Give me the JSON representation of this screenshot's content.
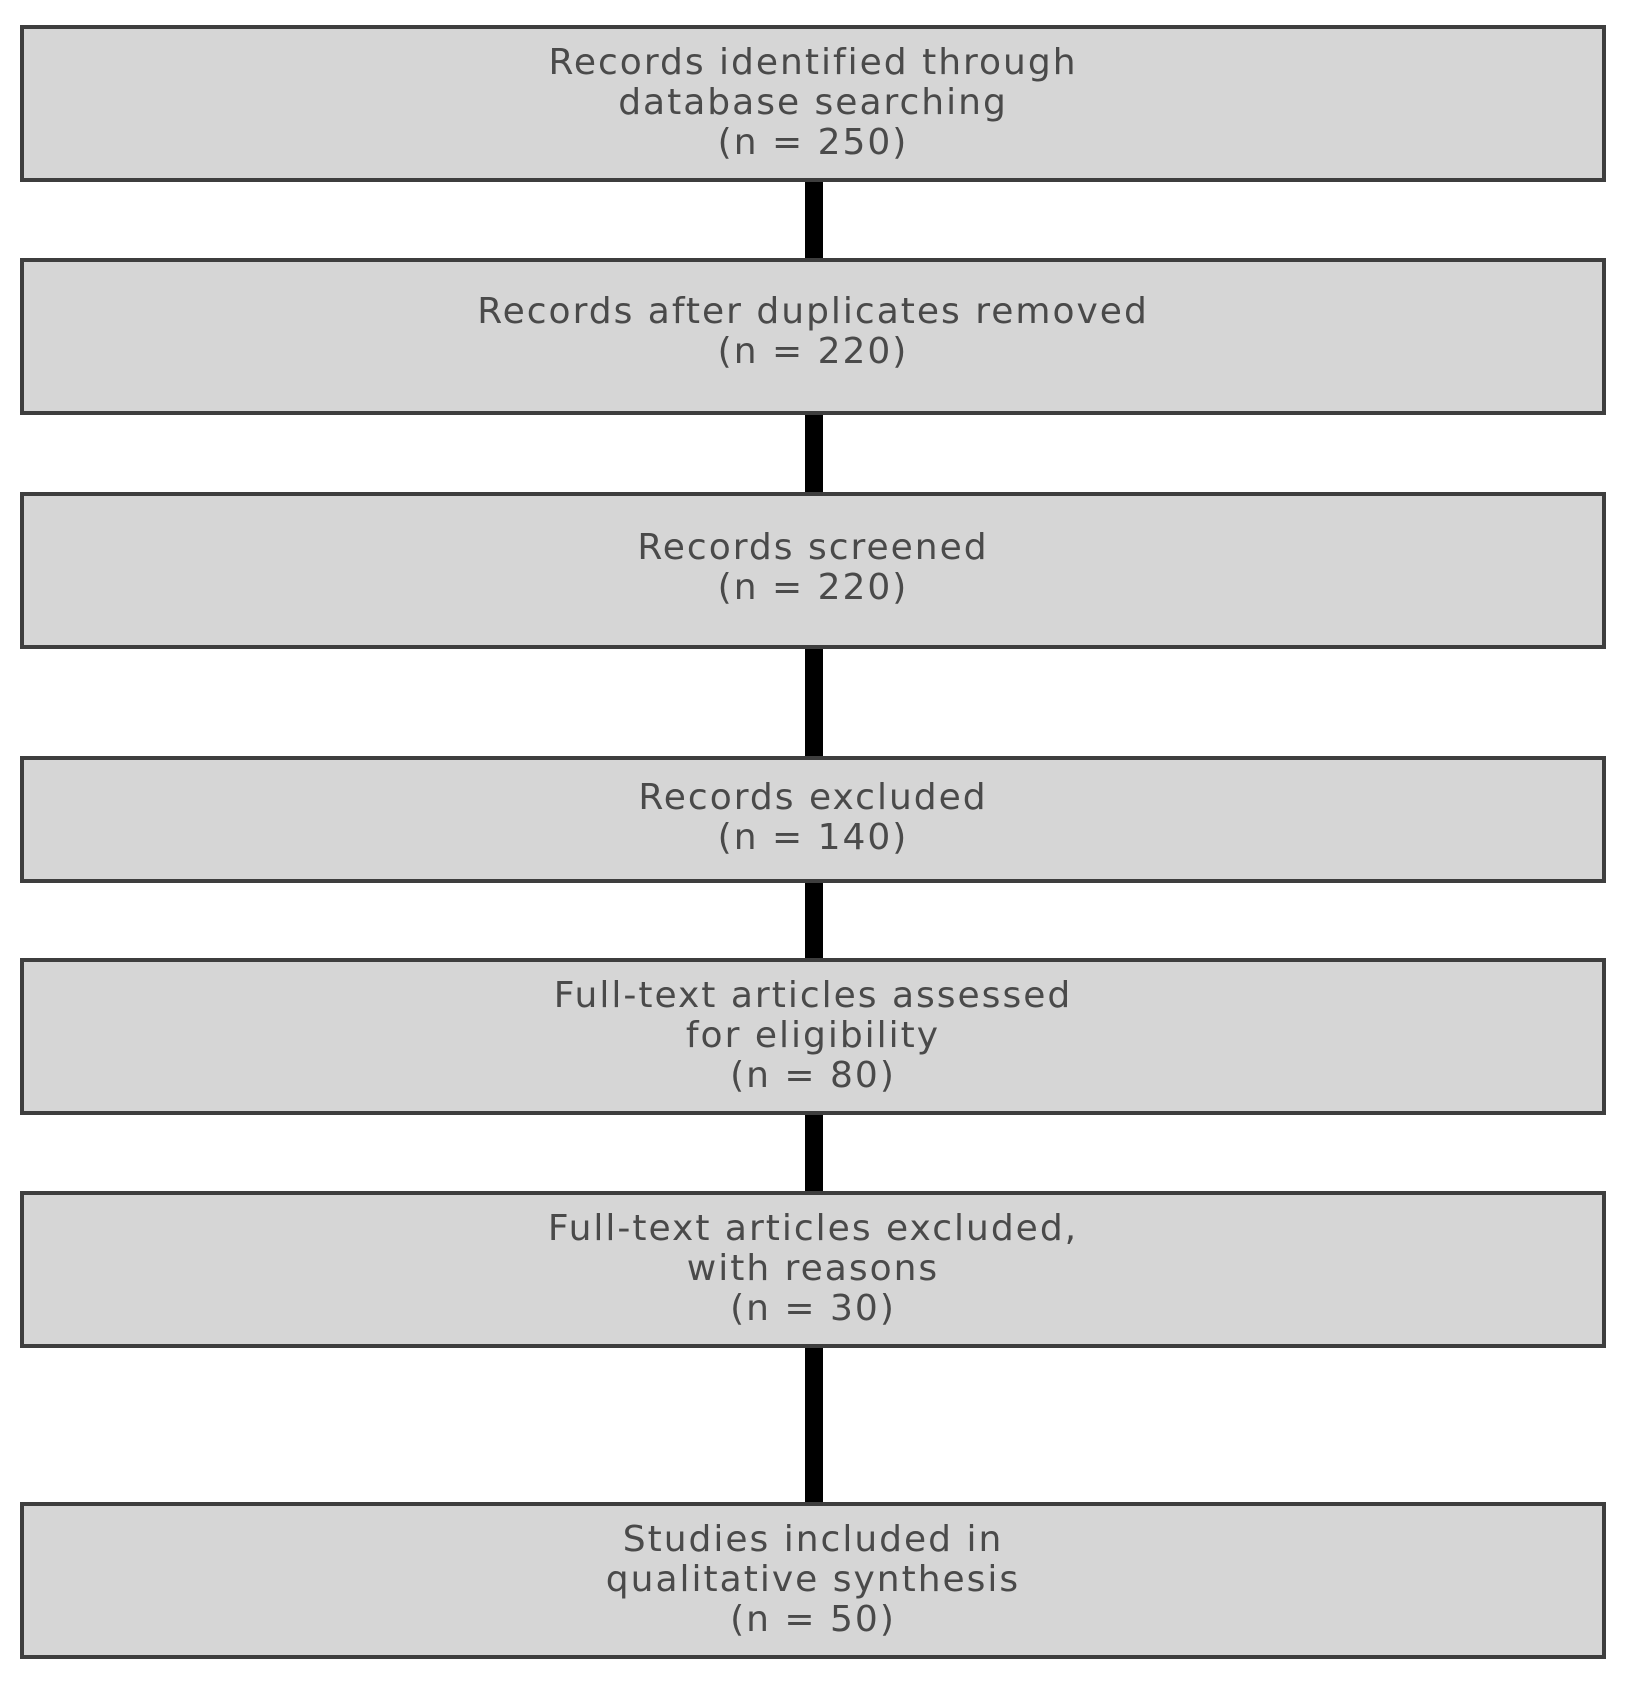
{
  "steps": [
    {
      "lines": [
        "Records identified through",
        "database searching",
        "(n = 250)"
      ]
    },
    {
      "lines": [
        "Records after duplicates removed",
        "(n = 220)"
      ]
    },
    {
      "lines": [
        "Records screened",
        "(n = 220)"
      ]
    },
    {
      "lines": [
        "Records excluded",
        "(n = 140)"
      ]
    },
    {
      "lines": [
        "Full-text articles assessed",
        "for eligibility",
        "(n = 80)"
      ]
    },
    {
      "lines": [
        "Full-text articles excluded,",
        "with reasons",
        "(n = 30)"
      ]
    },
    {
      "lines": [
        "Studies included in",
        "qualitative synthesis",
        "(n = 50)"
      ]
    }
  ],
  "colors": {
    "box_fill": "#d6d6d6",
    "box_border": "#3e3e3e",
    "text": "#4a4a4a",
    "connector": "#000000"
  }
}
